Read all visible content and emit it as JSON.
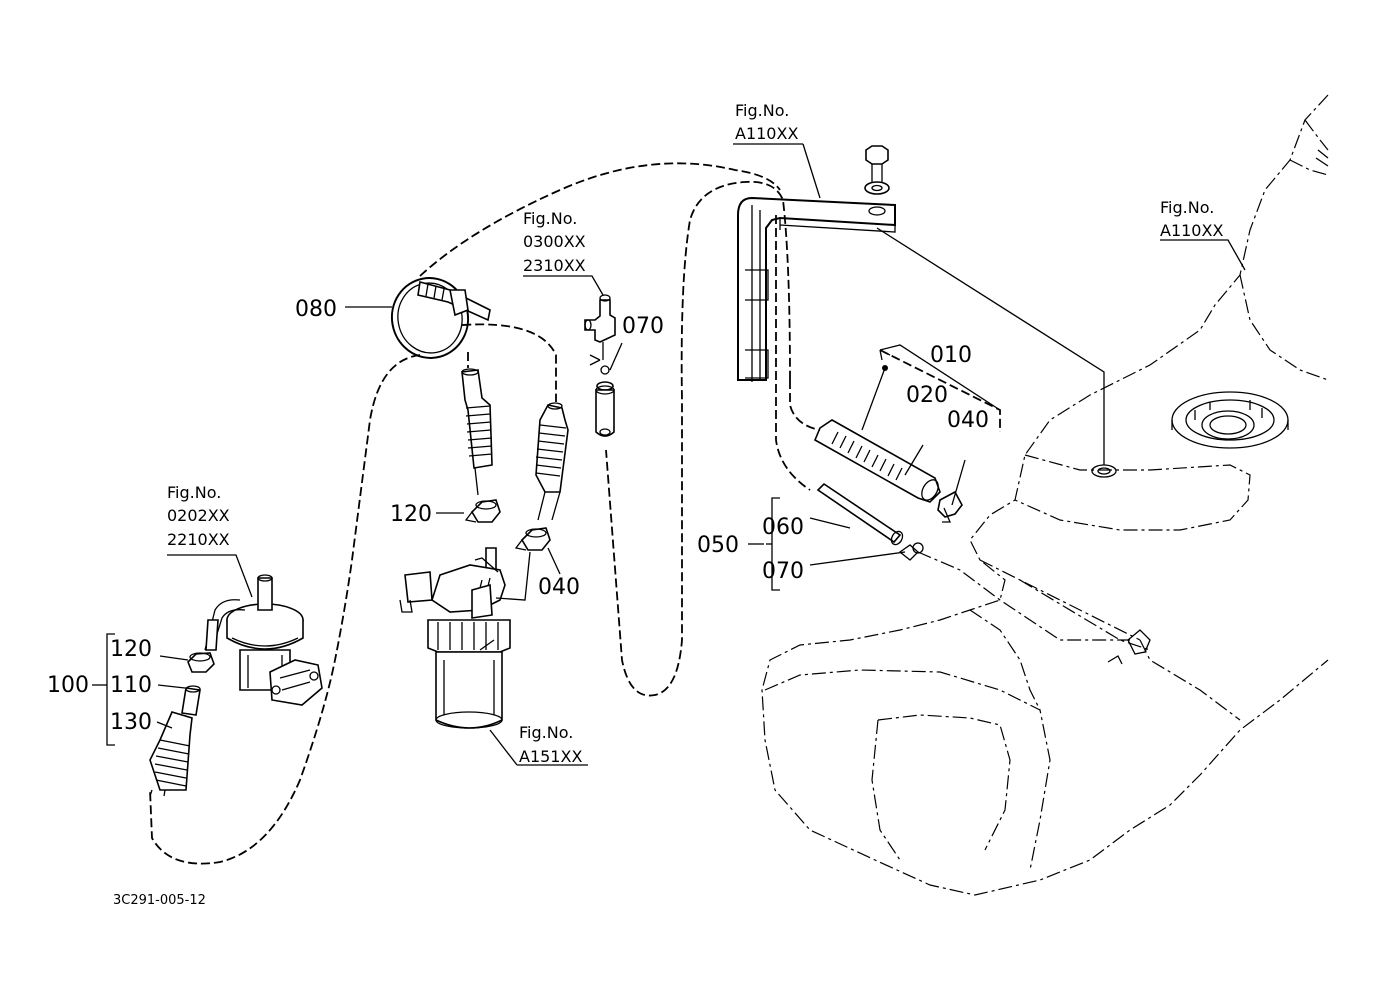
{
  "drawing_number": "3C291-005-12",
  "callouts": {
    "c010": "010",
    "c020": "020",
    "c040_tank": "040",
    "c050": "050",
    "c060": "060",
    "c070_tank": "070",
    "c070_tee": "070",
    "c080": "080",
    "c120_filter": "120",
    "c040_filter": "040",
    "c100": "100",
    "c120_pump": "120",
    "c110": "110",
    "c130": "130"
  },
  "figure_refs": {
    "bracket": [
      "Fig.No.",
      "A110XX"
    ],
    "tank": [
      "Fig.No.",
      "A110XX"
    ],
    "tee": [
      "Fig.No.",
      "0300XX",
      "2310XX"
    ],
    "pump": [
      "Fig.No.",
      "0202XX",
      "2210XX"
    ],
    "filter": [
      "Fig.No.",
      "A151XX"
    ]
  }
}
